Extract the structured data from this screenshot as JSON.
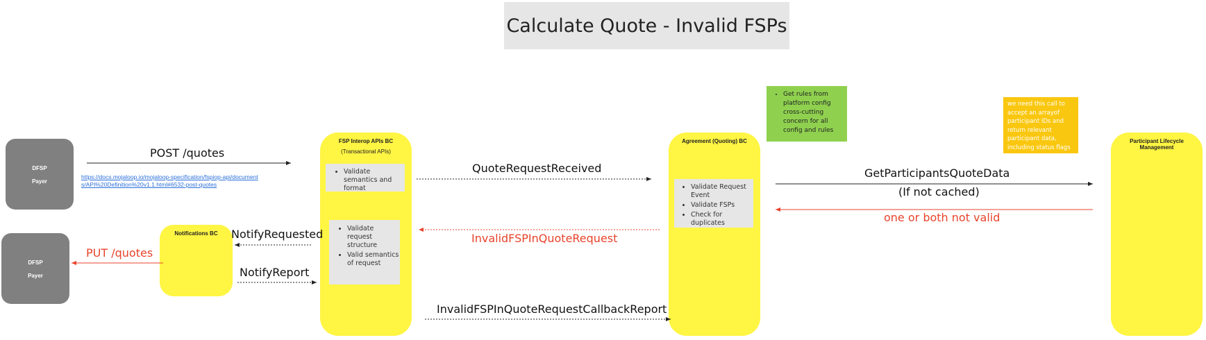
{
  "title": "Calculate Quote - Invalid FSPs",
  "dfsp_top": {
    "line1": "DFSP",
    "line2": "Payer"
  },
  "dfsp_bottom": {
    "line1": "DFSP",
    "line2": "Payer"
  },
  "notifications_bc": {
    "header": "Notifications BC"
  },
  "fsp_interop": {
    "header": "FSP Interop APIs BC",
    "subheader": "(Transactional APIs)",
    "box1_items": [
      "Validate semantics and format"
    ],
    "box2_items": [
      "Validate request structure",
      "Valid semantics of request"
    ]
  },
  "agreement": {
    "header": "Agreement (Quoting) BC",
    "items": [
      "Validate Request Event",
      "Validate FSPs",
      "Check for duplicates"
    ]
  },
  "participant": {
    "header": "Participant Lifecycle Management"
  },
  "notes": {
    "green_items": [
      "Get rules from platform config cross-cutting concern for all config and rules"
    ],
    "orange_text": "we need this call to accept an arrayof participant IDs and return relevant participant data, including status flags"
  },
  "arrows": {
    "post_quotes": "POST /quotes",
    "link_text": "https://docs.mojaloop.io/mojaloop-specification/fspiop-api/documents/API%20Definition%20v1.1.html#6532-post-quotes",
    "quote_request_received": "QuoteRequestReceived",
    "get_participants": "GetParticipantsQuoteData",
    "if_not_cached": "(If not cached)",
    "one_or_both": "one or both not valid",
    "invalid_fsp": "InvalidFSPInQuoteRequest",
    "notify_requested": "NotifyRequested",
    "put_quotes": "PUT /quotes",
    "notify_report": "NotifyReport",
    "callback_report": "InvalidFSPInQuoteRequestCallbackReport"
  },
  "colors": {
    "yellow": "#fff543",
    "gray": "#808080",
    "green": "#8fd14f",
    "orange": "#fac710",
    "red": "#e8432b"
  }
}
